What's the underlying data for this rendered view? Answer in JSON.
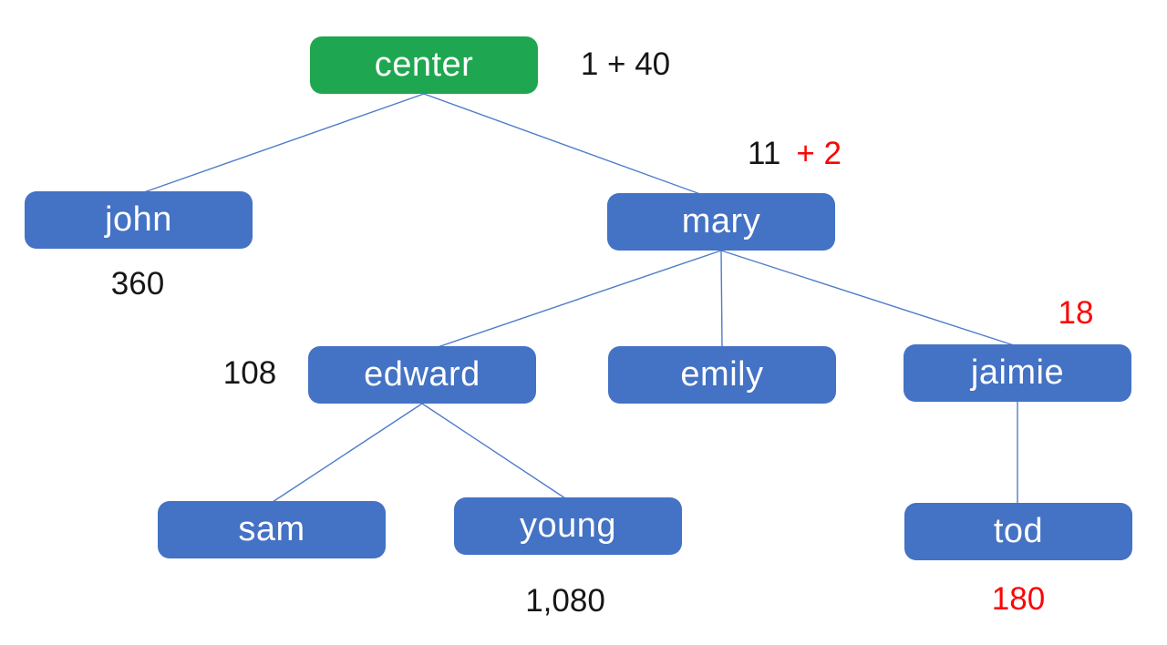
{
  "colors": {
    "node_blue": "#4472c4",
    "node_green": "#1ea750",
    "accent_red": "#fb0505",
    "edge_blue": "#4e7dc9",
    "text_ink": "#161616"
  },
  "nodes": {
    "center": {
      "label": "center"
    },
    "john": {
      "label": "john"
    },
    "mary": {
      "label": "mary"
    },
    "edward": {
      "label": "edward"
    },
    "emily": {
      "label": "emily"
    },
    "jaimie": {
      "label": "jaimie"
    },
    "sam": {
      "label": "sam"
    },
    "young": {
      "label": "young"
    },
    "tod": {
      "label": "tod"
    }
  },
  "edges": [
    {
      "from": "center",
      "to": "john"
    },
    {
      "from": "center",
      "to": "mary"
    },
    {
      "from": "mary",
      "to": "edward"
    },
    {
      "from": "mary",
      "to": "emily"
    },
    {
      "from": "mary",
      "to": "jaimie"
    },
    {
      "from": "edward",
      "to": "sam"
    },
    {
      "from": "edward",
      "to": "young"
    },
    {
      "from": "jaimie",
      "to": "tod"
    }
  ],
  "annotations": {
    "center_right": {
      "text": "1 + 40",
      "color": "black"
    },
    "mary_above": {
      "base": "11",
      "delta": "+ 2",
      "base_color": "black",
      "delta_color": "red"
    },
    "john_below": {
      "text": "360",
      "color": "black"
    },
    "edward_left": {
      "text": "108",
      "color": "black"
    },
    "jaimie_above": {
      "text": "18",
      "color": "red"
    },
    "young_below": {
      "text": "1,080",
      "color": "black"
    },
    "tod_below": {
      "text": "180",
      "color": "red"
    }
  }
}
